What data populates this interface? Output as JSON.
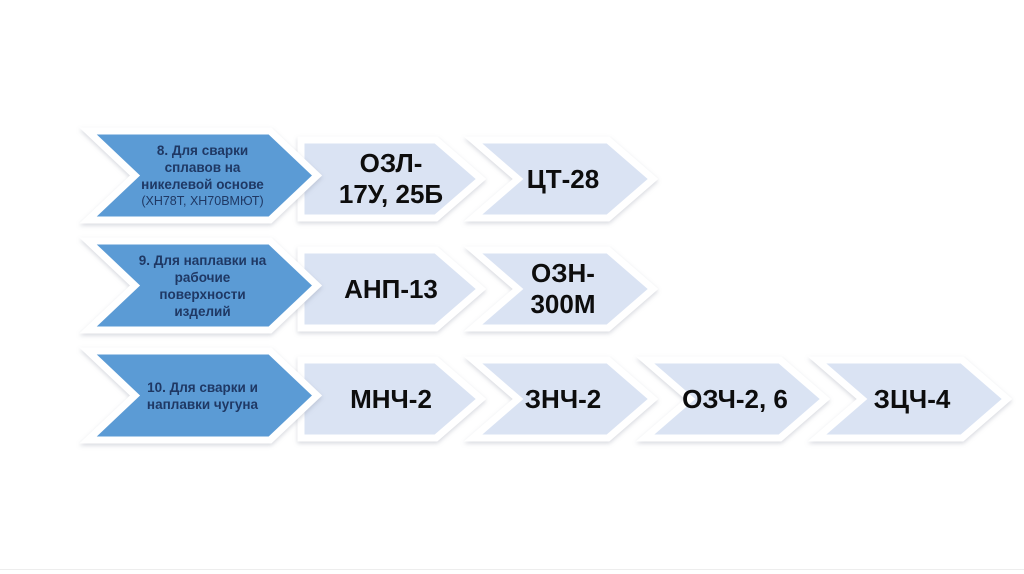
{
  "page": {
    "background": "#ffffff",
    "footer_divider_color": "#ededed"
  },
  "colors": {
    "category_arrow_fill": "#5B9BD5",
    "category_arrow_text": "#1F3864",
    "electrode_arrow_fill": "#DAE3F3",
    "electrode_arrow_text": "#0D0D0D"
  },
  "diagram": {
    "type": "chevron-process-list",
    "rows": [
      {
        "category": {
          "label": "8. Для сварки сплавов на никелевой основе (ХН78Т, ХН70ВМЮТ)",
          "lines": [
            "8. Для сварки",
            "сплавов на",
            "никелевой основе"
          ],
          "note": "(ХН78Т, ХН70ВМЮТ)"
        },
        "electrodes": [
          {
            "label": "ОЗЛ-17У, 25Б",
            "lines": [
              "ОЗЛ-",
              "17У, 25Б"
            ]
          },
          {
            "label": "ЦТ-28",
            "lines": [
              "ЦТ-28"
            ]
          }
        ]
      },
      {
        "category": {
          "label": "9. Для наплавки на рабочие поверхности изделий",
          "lines": [
            "9. Для наплавки на",
            "рабочие",
            "поверхности",
            "изделий"
          ]
        },
        "electrodes": [
          {
            "label": "АНП-13",
            "lines": [
              "АНП-13"
            ]
          },
          {
            "label": "ОЗН-300М",
            "lines": [
              "ОЗН-",
              "300М"
            ]
          }
        ]
      },
      {
        "category": {
          "label": "10. Для сварки и наплавки чугуна",
          "lines": [
            "10. Для сварки и",
            "наплавки чугуна"
          ]
        },
        "electrodes": [
          {
            "label": "МНЧ-2",
            "lines": [
              "МНЧ-2"
            ]
          },
          {
            "label": "ЗНЧ-2",
            "lines": [
              "ЗНЧ-2"
            ]
          },
          {
            "label": "ОЗЧ-2, 6",
            "lines": [
              "ОЗЧ-2, 6"
            ]
          },
          {
            "label": "ЗЦЧ-4",
            "lines": [
              "ЗЦЧ-4"
            ]
          }
        ]
      }
    ]
  }
}
